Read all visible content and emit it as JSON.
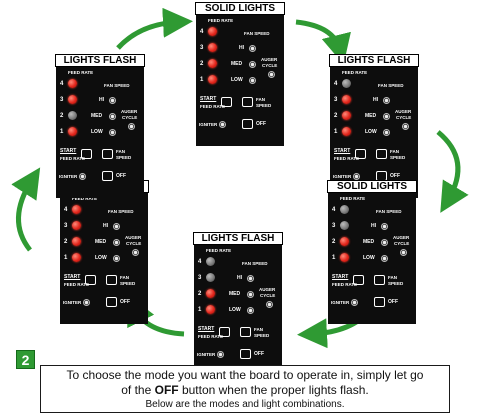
{
  "labels": {
    "feed_rate": "FEED RATE",
    "fan_speed": "FAN SPEED",
    "hi": "HI",
    "med": "MED",
    "low": "LOW",
    "auger": "AUGER",
    "cycle": "CYCLE",
    "start": "START",
    "feed_rate_sub": "FEED RATE",
    "fan": "FAN",
    "speed": "SPEED",
    "igniter": "IGNITER",
    "off": "OFF",
    "n4": "4",
    "n3": "3",
    "n2": "2",
    "n1": "1"
  },
  "panels": [
    {
      "title": "SOLID LIGHTS",
      "lights": [
        true,
        true,
        true,
        true
      ]
    },
    {
      "title": "LIGHTS FLASH",
      "lights": [
        false,
        true,
        true,
        true
      ]
    },
    {
      "title": "SOLID LIGHTS",
      "lights": [
        false,
        false,
        true,
        true
      ]
    },
    {
      "title": "LIGHTS FLASH",
      "lights": [
        false,
        false,
        true,
        true
      ]
    },
    {
      "title": "SOLID LIGHTS",
      "lights": [
        true,
        true,
        true,
        true
      ]
    },
    {
      "title": "LIGHTS FLASH",
      "lights": [
        true,
        true,
        false,
        true
      ]
    }
  ],
  "step": {
    "number": "2",
    "line1": "To choose the mode you want the board to operate in, simply let go",
    "line2_pre": "of the ",
    "line2_off": "OFF",
    "line2_post": " button when the proper lights flash.",
    "line3": "Below are the modes and light combinations."
  },
  "colors": {
    "led_on": "#e3261c",
    "led_off": "#7b7b7b",
    "arrow": "#2f9a33",
    "panel": "#0d0d0d"
  }
}
